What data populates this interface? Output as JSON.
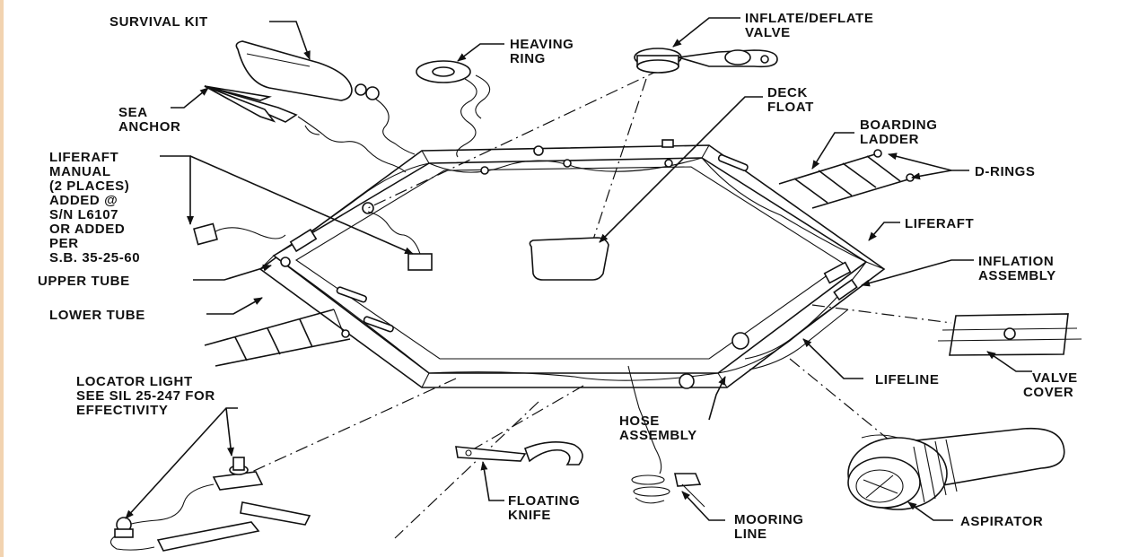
{
  "labels": {
    "survival_kit": "SURVIVAL KIT",
    "heaving_ring": [
      "HEAVING",
      "RING"
    ],
    "inflate_deflate_valve": [
      "INFLATE/DEFLATE",
      "VALVE"
    ],
    "deck_float": [
      "DECK",
      "FLOAT"
    ],
    "boarding_ladder": [
      "BOARDING",
      "LADDER"
    ],
    "d_rings": "D-RINGS",
    "liferaft": "LIFERAFT",
    "inflation_assembly": [
      "INFLATION",
      "ASSEMBLY"
    ],
    "sea_anchor": [
      "SEA",
      "ANCHOR"
    ],
    "liferaft_manual": [
      "LIFERAFT",
      "MANUAL",
      "(2 PLACES)",
      "ADDED @",
      "S/N L6107",
      "OR ADDED",
      "PER",
      "S.B. 35-25-60"
    ],
    "upper_tube": "UPPER TUBE",
    "lower_tube": "LOWER TUBE",
    "locator_light": [
      "LOCATOR LIGHT",
      "SEE SIL 25-247 FOR",
      "EFFECTIVITY"
    ],
    "lifeline": "LIFELINE",
    "valve_cover": [
      "VALVE",
      "COVER"
    ],
    "hose_assembly": [
      "HOSE",
      "ASSEMBLY"
    ],
    "floating_knife": [
      "FLOATING",
      "KNIFE"
    ],
    "mooring_line": [
      "MOORING",
      "LINE"
    ],
    "aspirator": "ASPIRATOR"
  },
  "icons": [
    "liferaft-drawing",
    "survival-kit-drawing",
    "sea-anchor-drawing",
    "heaving-ring-drawing",
    "valve-drawing",
    "deck-float-drawing",
    "ladder-drawing",
    "locator-light-drawing",
    "knife-drawing",
    "aspirator-drawing",
    "valve-cover-drawing",
    "mooring-line-drawing"
  ]
}
